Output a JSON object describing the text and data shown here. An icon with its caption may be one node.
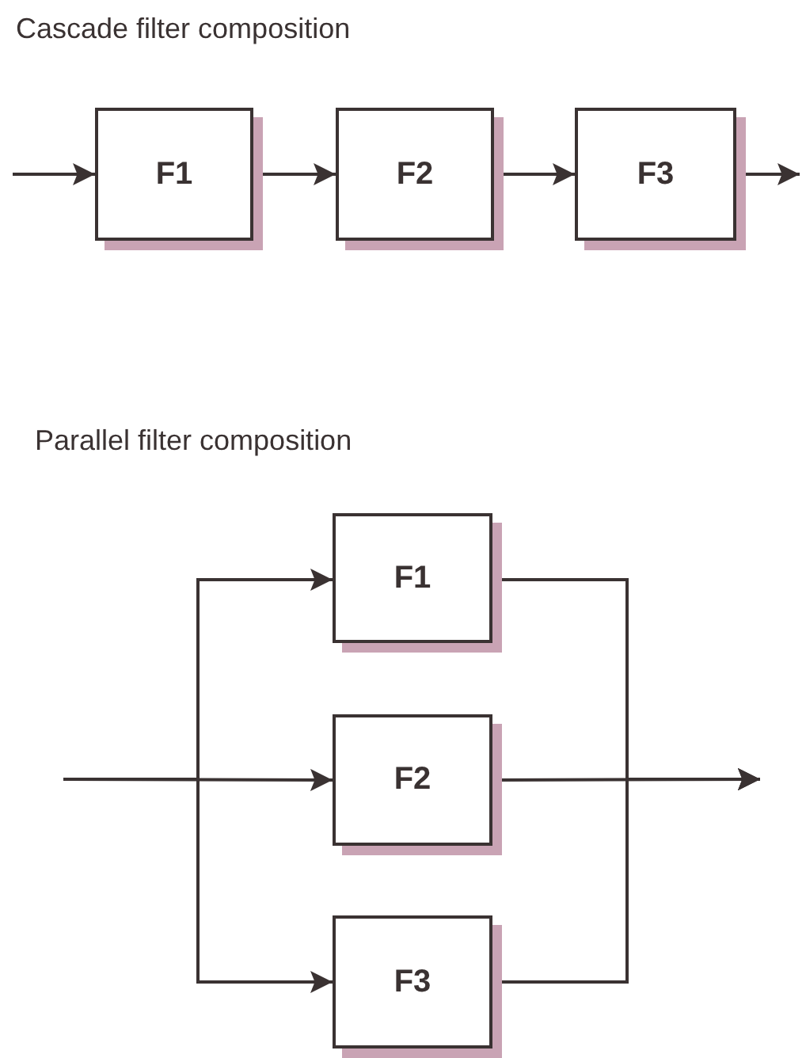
{
  "diagram": {
    "nodes": [
      {
        "text": [
          "F1"
        ]
      },
      {
        "text": [
          "F2"
        ]
      },
      {
        "text": [
          "F3"
        ]
      },
      {
        "text": [
          "F1"
        ]
      },
      {
        "text": [
          "F2"
        ]
      },
      {
        "text": [
          "F3"
        ]
      }
    ],
    "edges": [
      {
        "from": null,
        "to": 0,
        "arrow": "to"
      },
      {
        "from": 0,
        "to": 1,
        "arrow": "to"
      },
      {
        "from": 1,
        "to": 2,
        "arrow": "to"
      },
      {
        "from": 2,
        "to": null,
        "arrow": "to"
      },
      {
        "from": null,
        "to": 3,
        "arrow": "to"
      },
      {
        "from": null,
        "to": 4,
        "arrow": "to"
      },
      {
        "from": null,
        "to": 5,
        "arrow": "to"
      },
      {
        "from": 3,
        "to": null,
        "arrow": "to"
      },
      {
        "from": 4,
        "to": null,
        "arrow": "to"
      },
      {
        "from": 5,
        "to": null,
        "arrow": "to"
      }
    ],
    "labels": [
      "Cascade filter composition",
      "Parallel filter composition"
    ]
  }
}
